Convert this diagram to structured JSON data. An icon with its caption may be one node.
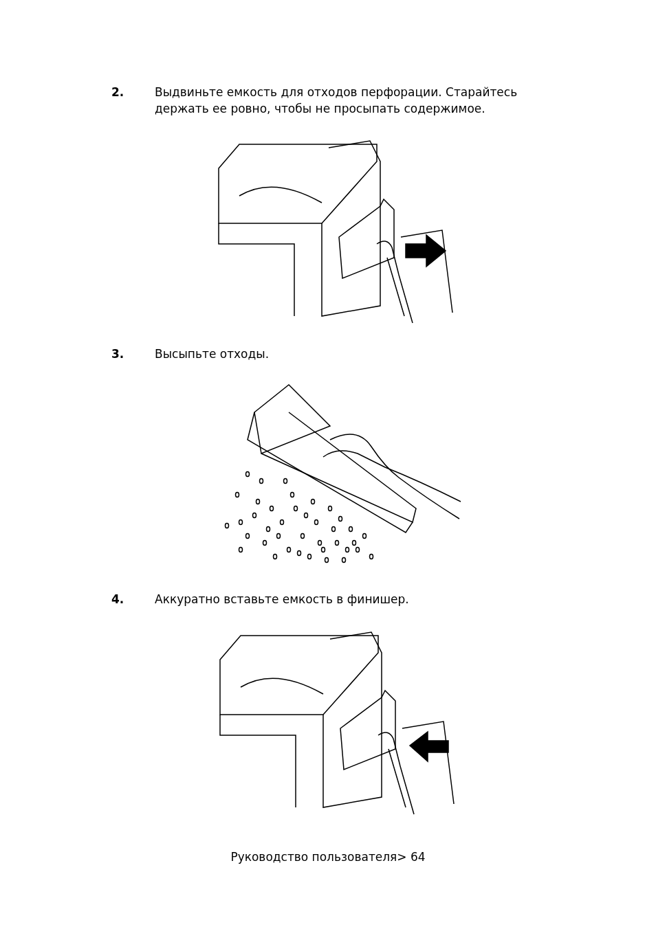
{
  "diagram": {
    "labels": [
      "2.",
      "Выдвиньте емкость для отходов перфорации. Старайтесь держать ее ровно, чтобы не просыпать содержимое.",
      "3.",
      "Высыпьте отходы.",
      "4.",
      "Аккуратно вставьте емкость в финишер.",
      "Руководство пользователя> 64"
    ]
  }
}
